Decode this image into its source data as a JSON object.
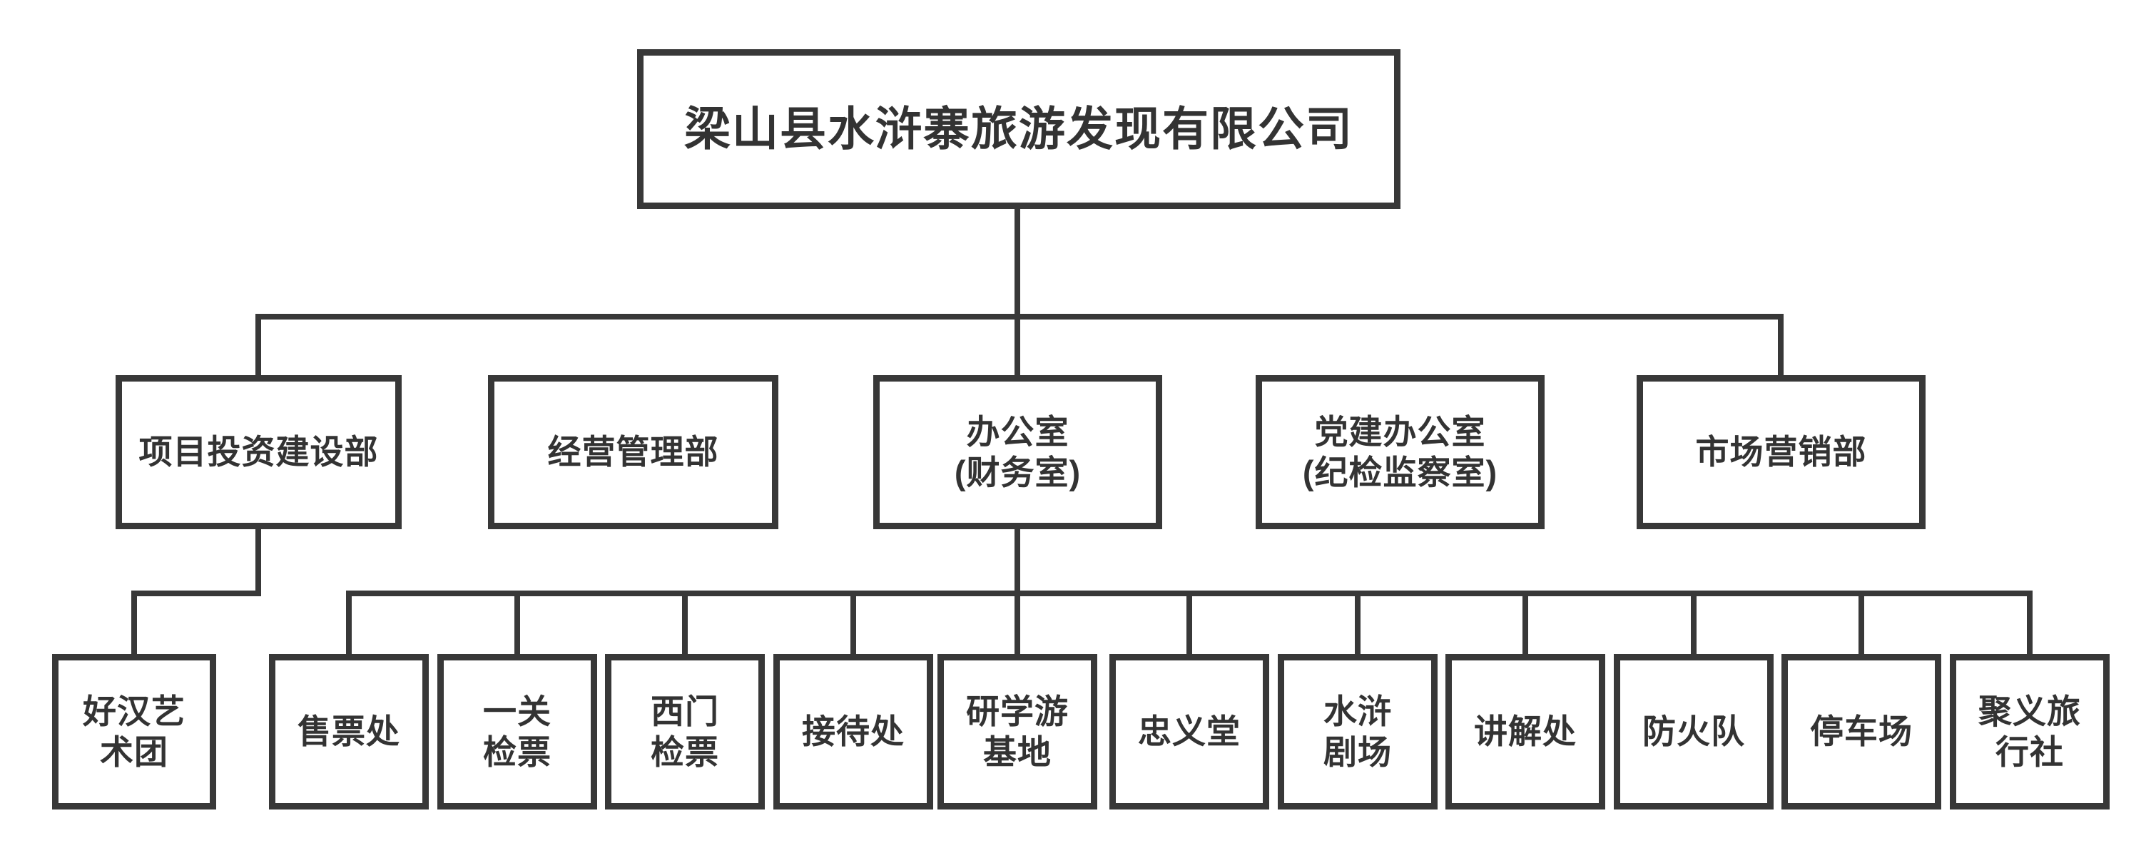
{
  "colors": {
    "stroke": "#383838",
    "text": "#333333",
    "background": "#ffffff"
  },
  "org_chart": {
    "type": "organization-tree",
    "root": {
      "label": "梁山县水浒寨旅游发现有限公司"
    },
    "departments": [
      {
        "label": "项目投资建设部"
      },
      {
        "label": "经营管理部"
      },
      {
        "label": "办公室\n(财务室)"
      },
      {
        "label": "党建办公室\n(纪检监察室)"
      },
      {
        "label": "市场营销部"
      }
    ],
    "units": [
      {
        "label": "好汉艺\n术团",
        "reports_to": "项目投资建设部"
      },
      {
        "label": "售票处",
        "reports_to": "办公室(财务室)"
      },
      {
        "label": "一关\n检票",
        "reports_to": "办公室(财务室)"
      },
      {
        "label": "西门\n检票",
        "reports_to": "办公室(财务室)"
      },
      {
        "label": "接待处",
        "reports_to": "办公室(财务室)"
      },
      {
        "label": "研学游\n基地",
        "reports_to": "办公室(财务室)"
      },
      {
        "label": "忠义堂",
        "reports_to": "办公室(财务室)"
      },
      {
        "label": "水浒\n剧场",
        "reports_to": "办公室(财务室)"
      },
      {
        "label": "讲解处",
        "reports_to": "办公室(财务室)"
      },
      {
        "label": "防火队",
        "reports_to": "办公室(财务室)"
      },
      {
        "label": "停车场",
        "reports_to": "办公室(财务室)"
      },
      {
        "label": "聚义旅\n行社",
        "reports_to": "办公室(财务室)"
      }
    ]
  }
}
